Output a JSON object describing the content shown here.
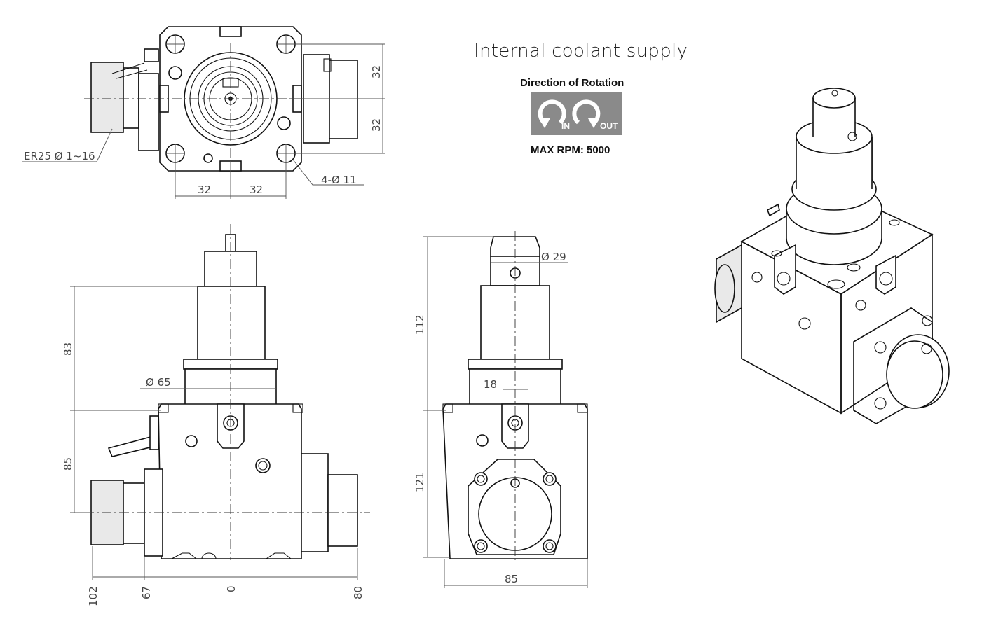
{
  "header": {
    "title": "Internal coolant supply",
    "rotation_title": "Direction of Rotation",
    "rotation_in_label": "IN",
    "rotation_out_label": "OUT",
    "max_rpm": "MAX RPM: 5000",
    "rotation_box_color": "#8a8a8a"
  },
  "top_view": {
    "collet_label": "ER25 Ø 1~16",
    "hole_label": "4-Ø 11",
    "dim_horizontal_left": "32",
    "dim_horizontal_right": "32",
    "dim_vertical_top": "32",
    "dim_vertical_bottom": "32"
  },
  "front_view": {
    "dim_83": "83",
    "dim_85": "85",
    "dim_dia65": "Ø 65",
    "dim_102": "102",
    "dim_67": "67",
    "dim_0": "0",
    "dim_80": "80"
  },
  "side_view": {
    "dim_dia29": "Ø 29",
    "dim_112": "112",
    "dim_121": "121",
    "dim_18": "18",
    "dim_85": "85"
  }
}
